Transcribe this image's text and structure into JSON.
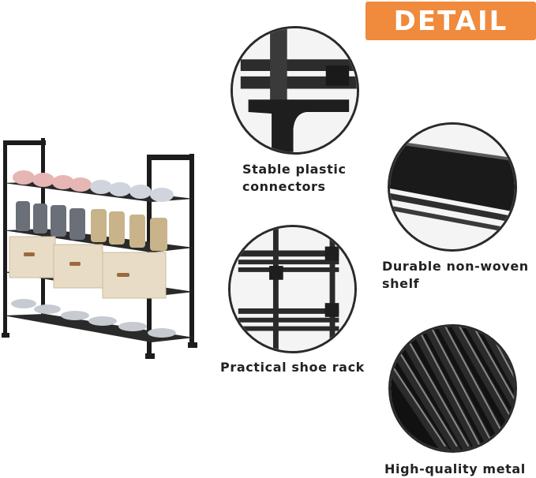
{
  "banner": {
    "label": "DETAIL",
    "color": "#f08a3c"
  },
  "product": {
    "icon": "shoe-rack-photo"
  },
  "features": [
    {
      "icon": "plastic-connector-closeup",
      "lines": [
        "Stable plastic",
        "connectors"
      ]
    },
    {
      "icon": "non-woven-shelf-closeup",
      "lines": [
        "Durable non-woven",
        "shelf"
      ]
    },
    {
      "icon": "shoe-rack-corner-closeup",
      "lines": [
        "Practical shoe rack"
      ]
    },
    {
      "icon": "metal-tubes-closeup",
      "lines": [
        "High-quality metal"
      ]
    }
  ]
}
